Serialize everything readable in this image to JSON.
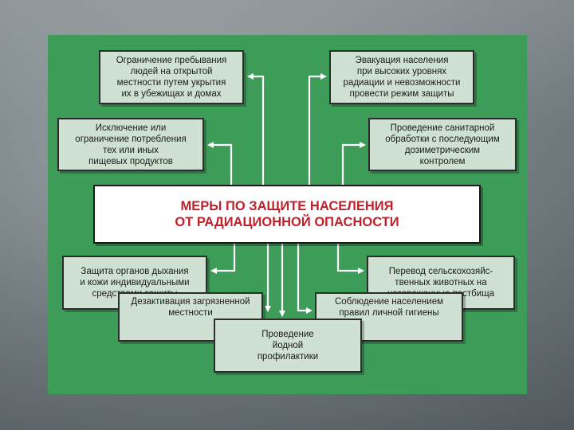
{
  "diagram": {
    "title": "МЕРЫ ПО ЗАЩИТЕ НАСЕЛЕНИЯ\nОТ РАДИАЦИОННОЙ ОПАСНОСТИ",
    "boxes": {
      "shelter": "Ограничение пребывания\nлюдей на открытой\nместности путем укрытия\nих в убежищах и домах",
      "evacuation": "Эвакуация населения\nпри высоких уровнях\nрадиации и невозможности\nпровести режим защиты",
      "food": "Исключение или\nограничение потребления\nтех или иных\nпищевых продуктов",
      "sanitary": "Проведение санитарной\nобработки с последующим\nдозиметрическим\nконтролем",
      "respiratory": "Защита органов дыхания\nи кожи индивидуальными\nсредствами защиты",
      "livestock": "Перевод сельскохозяйс-\nтвенных животных на\nнезараженные пастбища",
      "decontamination": "Дезактивация загрязненной\nместности",
      "hygiene": "Соблюдение населением\nправил личной гигиены",
      "iodine": "Проведение\nйодной\nпрофилактики"
    },
    "colors": {
      "panel": "#3d9c58",
      "box_fill": "#cfe1d2",
      "title_text": "#c0202a"
    }
  }
}
